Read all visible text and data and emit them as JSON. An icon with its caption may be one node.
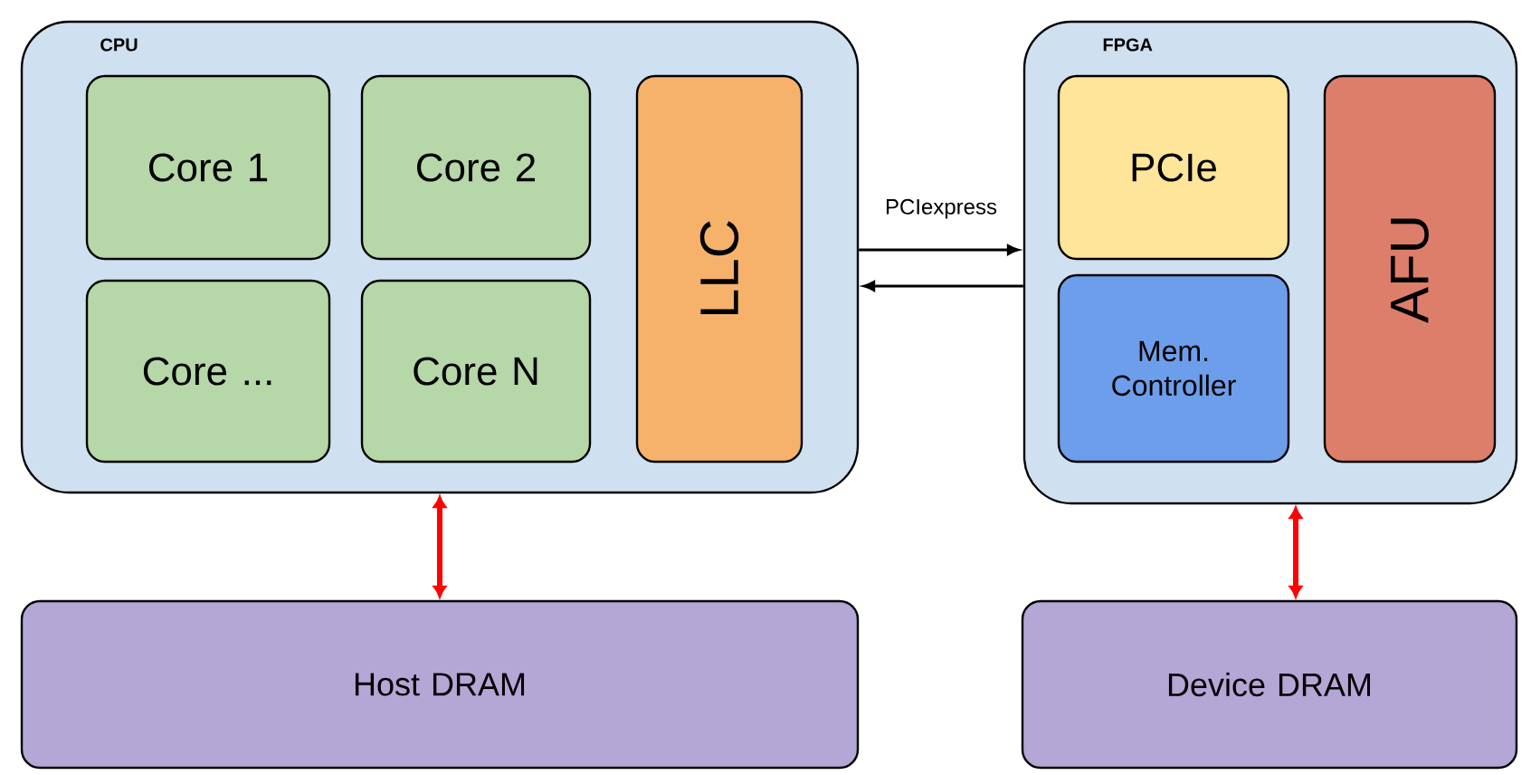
{
  "diagram": {
    "nodes": [
      {
        "text": [
          "CPU"
        ]
      },
      {
        "text": [
          "Core 1"
        ],
        "in": 0
      },
      {
        "text": [
          "Core 2"
        ],
        "in": 0
      },
      {
        "text": [
          "Core ..."
        ],
        "in": 0
      },
      {
        "text": [
          "Core N"
        ],
        "in": 0
      },
      {
        "text": [
          "LLC"
        ],
        "in": 0
      },
      {
        "text": [
          "FPGA"
        ]
      },
      {
        "text": [
          "PCIe"
        ],
        "in": 6
      },
      {
        "text": [
          "Mem. Controller"
        ],
        "in": 6
      },
      {
        "text": [
          "AFU"
        ],
        "in": 6
      },
      {
        "text": [
          "Host DRAM"
        ]
      },
      {
        "text": [
          "Device DRAM"
        ]
      }
    ],
    "edges": [
      {
        "from": 0,
        "to": 6,
        "arrow": "to",
        "label": "PCIexpress"
      },
      {
        "from": 6,
        "to": 0,
        "arrow": "to"
      },
      {
        "from": 0,
        "to": 10,
        "arrow": "both",
        "style": "thick",
        "color": "#ff0000"
      },
      {
        "from": 6,
        "to": 11,
        "arrow": "both",
        "style": "thick",
        "color": "#ff0000"
      }
    ]
  }
}
